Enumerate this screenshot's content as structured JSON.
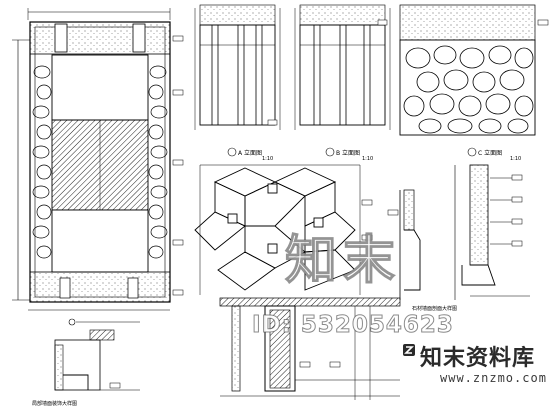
{
  "drawing": {
    "elevations": [
      {
        "id": "A",
        "caption": "A 立面图",
        "scale": "1:10"
      },
      {
        "id": "B",
        "caption": "B 立面图",
        "scale": "1:10"
      },
      {
        "id": "C",
        "caption": "C 立面图",
        "scale": "1:10"
      }
    ],
    "detail_caption": "石材墙面剖面大样图",
    "partial_caption": "局部墙面装饰大样图"
  },
  "watermark": {
    "logo_text": "知末",
    "id_text": "ID: 532054623",
    "brand_name": "知末资料库",
    "brand_url": "www.znzmo.com"
  },
  "colors": {
    "line": "#000000",
    "hatch": "#555555",
    "background": "#ffffff"
  }
}
